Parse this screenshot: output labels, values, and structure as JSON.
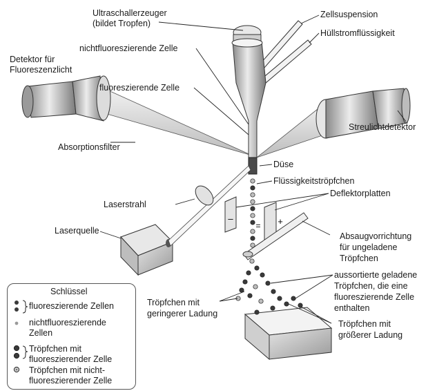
{
  "labels": {
    "ultraschall": "Ultraschallerzeuger",
    "ultraschall_sub": "(bildet Tropfen)",
    "zellsuspension": "Zellsuspension",
    "huellstrom": "Hüllstromflüssigkeit",
    "detektor_1": "Detektor für",
    "detektor_2": "Fluoreszenzlicht",
    "nichtfluor_zelle": "nichtfluoreszierende Zelle",
    "fluor_zelle": "fluoreszierende Zelle",
    "streulicht": "Streulichtdetektor",
    "absorption": "Absorptionsfilter",
    "duese": "Düse",
    "fluessigkeitstroepfchen": "Flüssigkeitströpfchen",
    "deflektor": "Deflektorplatten",
    "laserstrahl": "Laserstrahl",
    "laserquelle": "Laserquelle",
    "absaug_1": "Absaugvorrichtung",
    "absaug_2": "für ungeladene",
    "absaug_3": "Tröpfchen",
    "sortiert_1": "aussortierte geladene",
    "sortiert_2": "Tröpfchen, die eine",
    "sortiert_3": "fluoreszierende Zelle",
    "sortiert_4": "enthalten",
    "gering_1": "Tröpfchen mit",
    "gering_2": "geringerer Ladung",
    "groesser_1": "Tröpfchen mit",
    "groesser_2": "größerer Ladung",
    "minus": "–",
    "plus": "+",
    "equals": "="
  },
  "key": {
    "title": "Schlüssel",
    "items": [
      {
        "lines": [
          "fluoreszierende Zellen"
        ]
      },
      {
        "lines": [
          "nichtfluoreszierende",
          "Zellen"
        ]
      },
      {
        "lines": [
          "Tröpfchen mit",
          "fluoreszierender Zelle"
        ]
      },
      {
        "lines": [
          "Tröpfchen mit nicht-",
          "fluoreszierender Zelle"
        ]
      }
    ]
  },
  "colors": {
    "ink": "#1a1a1a",
    "metal_dark": "#6e6e6e",
    "metal_light": "#e8e8e8",
    "cone": "#d9d9d9",
    "droplet_dark": "#3a3a3a",
    "droplet_light": "#bdbdbd"
  }
}
